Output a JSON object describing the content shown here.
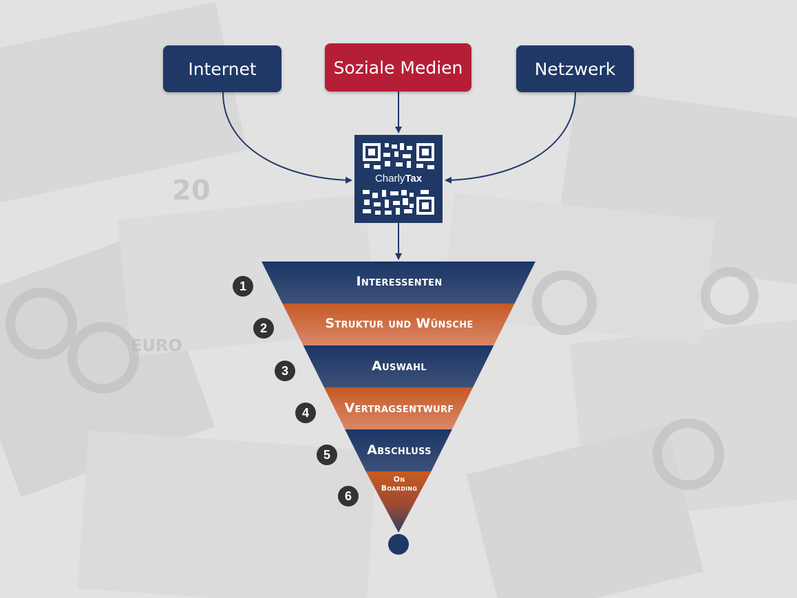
{
  "sources": [
    {
      "label": "Internet",
      "color": "#1f3866"
    },
    {
      "label": "Soziale Medien",
      "color": "#b51e36"
    },
    {
      "label": "Netzwerk",
      "color": "#1f3866"
    }
  ],
  "qr": {
    "brand_light": "Charly",
    "brand_bold": "Tax"
  },
  "funnel": {
    "stages": [
      {
        "number": "1",
        "label": "Interessenten"
      },
      {
        "number": "2",
        "label": "Struktur und Wünsche"
      },
      {
        "number": "3",
        "label": "Auswahl"
      },
      {
        "number": "4",
        "label": "Vertragsentwurf"
      },
      {
        "number": "5",
        "label": "Abschluss"
      },
      {
        "number": "6",
        "label_line1": "On",
        "label_line2": "Boarding"
      }
    ],
    "colors": {
      "navy": "#1f3866",
      "orange": "#c85a22"
    }
  }
}
